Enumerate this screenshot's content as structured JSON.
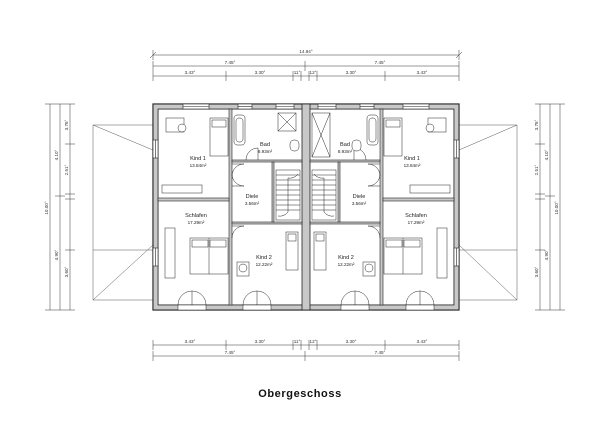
{
  "title": "Obergeschoss",
  "dimensions": {
    "overall": "14.94°",
    "half_left": "7.45°",
    "half_right": "7.45°",
    "seg_left_a": "3.43°",
    "seg_left_b": "3.30°",
    "seg_small": "11°",
    "seg_small2": "12°",
    "seg_right_b": "3.30°",
    "seg_right_a": "3.43°",
    "vertical_total": "10.00°",
    "v_upper": "3.76°",
    "v_mid": "4.10°",
    "v_small": "11°",
    "v_mid2": "2.51°",
    "v_low": "4.90°",
    "v_low2": "3.60°"
  },
  "rooms": {
    "left": {
      "kind1": {
        "name": "Kind 1",
        "area": "13.84m²"
      },
      "bad": {
        "name": "Bad",
        "area": "8.93m²"
      },
      "diele": {
        "name": "Diele",
        "area": "3.56m²"
      },
      "schlafen": {
        "name": "Schlafen",
        "area": "17.29m²"
      },
      "kind2": {
        "name": "Kind 2",
        "area": "12.22m²"
      }
    },
    "right": {
      "kind1": {
        "name": "Kind 1",
        "area": "13.84m²"
      },
      "bad": {
        "name": "Bad",
        "area": "8.93m²"
      },
      "diele": {
        "name": "Diele",
        "area": "3.56m²"
      },
      "schlafen": {
        "name": "Schlafen",
        "area": "17.29m²"
      },
      "kind2": {
        "name": "Kind 2",
        "area": "12.22m²"
      }
    }
  }
}
